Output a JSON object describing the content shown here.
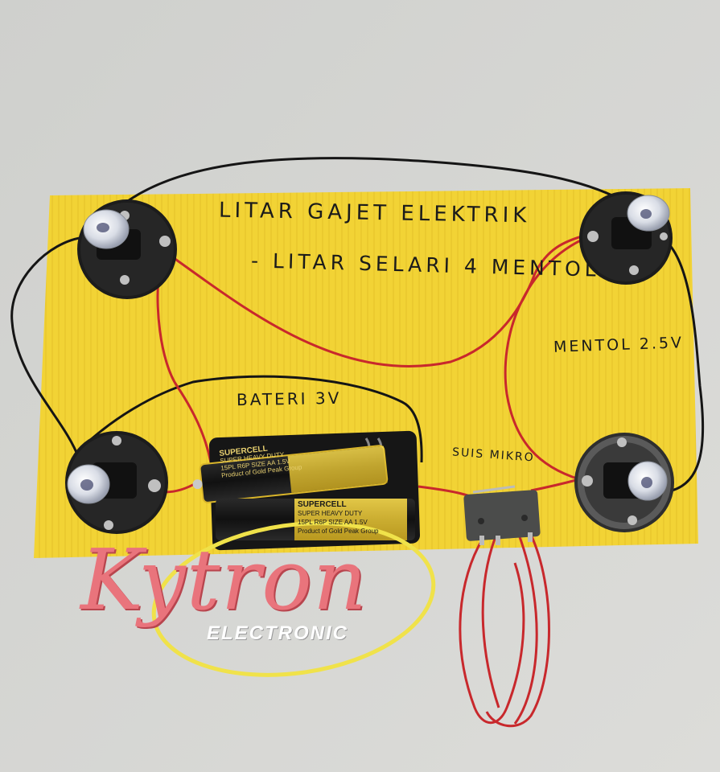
{
  "board": {
    "title": "LITAR GAJET ELEKTRIK",
    "subtitle": "- LITAR SELARI 4 MENTOL",
    "bulb_label": "MENTOL 2.5V",
    "battery_label": "BATERI 3V",
    "switch_label": "SUIS MIKRO"
  },
  "batteries": {
    "top": {
      "brand": "SUPERCELL",
      "type": "SUPER HEAVY DUTY",
      "spec": "15PL R6P SIZE AA 1.5V",
      "maker": "Product of Gold Peak Group"
    },
    "bottom": {
      "brand": "SUPERCELL",
      "type": "SUPER HEAVY DUTY",
      "spec": "15PL R6P SIZE AA 1.5V",
      "maker": "Product of Gold Peak Group"
    }
  },
  "watermark": {
    "brand": "Kytron",
    "sub": "ELECTRONIC"
  },
  "colors": {
    "board": "#f2d335",
    "wire_red": "#c8282c",
    "wire_black": "#151515",
    "watermark_pink": "#e9747c",
    "watermark_ring": "#f0e24a"
  }
}
